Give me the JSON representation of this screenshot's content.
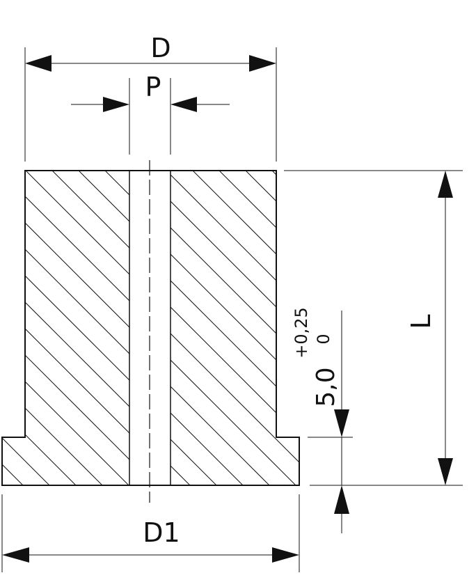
{
  "labels": {
    "D": "D",
    "P": "P",
    "L": "L",
    "D1": "D1",
    "flange_thickness": "5,0",
    "tol_upper": "+0,25",
    "tol_lower": "0"
  },
  "colors": {
    "line": "#111111",
    "background": "#ffffff"
  }
}
